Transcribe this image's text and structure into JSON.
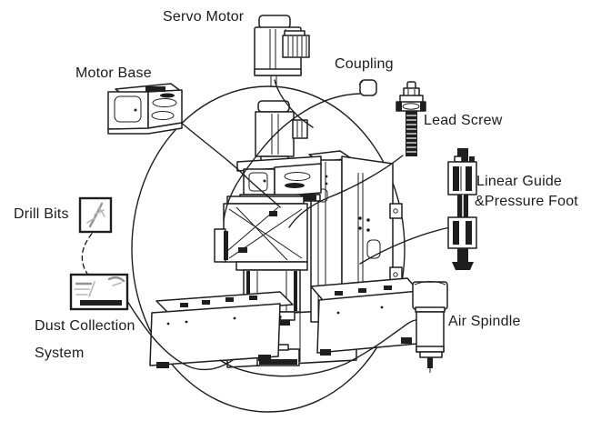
{
  "diagram": {
    "kind": "labeled-component-diagram",
    "colors": {
      "background": "#ffffff",
      "line": "#1e1e1e",
      "text": "#1b1b1b",
      "faint_sketch": "#929292"
    },
    "labels": {
      "servo_motor": "Servo Motor",
      "motor_base": "Motor Base",
      "coupling": "Coupling",
      "lead_screw": "Lead Screw",
      "linear_guide_line1": "Linear Guide",
      "linear_guide_line2": "&Pressure Foot",
      "air_spindle": "Air Spindle",
      "drill_bits": "Drill Bits",
      "dust_collection_line1": "Dust Collection",
      "dust_collection_line2": "System"
    },
    "icons": [
      "servo-motor-icon",
      "motor-base-icon",
      "coupling-icon",
      "lead-screw-icon",
      "linear-guide-pressure-foot-icon",
      "air-spindle-icon",
      "drill-bits-thumbnail",
      "dust-collection-thumbnail",
      "drilling-machine-drawing",
      "machine-outline-ellipse"
    ]
  }
}
